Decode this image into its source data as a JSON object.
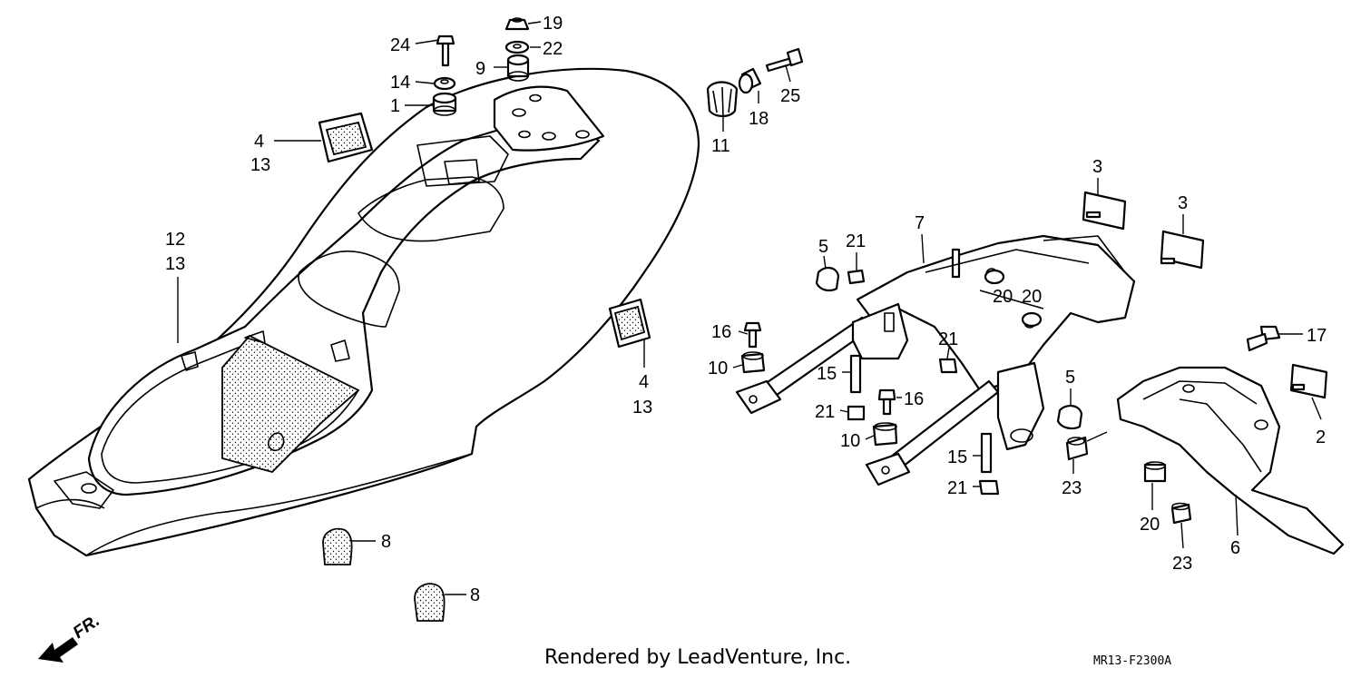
{
  "callouts": [
    {
      "id": "c24",
      "text": "24"
    },
    {
      "id": "c19",
      "text": "19"
    },
    {
      "id": "c22",
      "text": "22"
    },
    {
      "id": "c9",
      "text": "9"
    },
    {
      "id": "c14",
      "text": "14"
    },
    {
      "id": "c1",
      "text": "1"
    },
    {
      "id": "c4a",
      "text": "4"
    },
    {
      "id": "c13a",
      "text": "13"
    },
    {
      "id": "c12",
      "text": "12"
    },
    {
      "id": "c13b",
      "text": "13"
    },
    {
      "id": "c8a",
      "text": "8"
    },
    {
      "id": "c8b",
      "text": "8"
    },
    {
      "id": "c11",
      "text": "11"
    },
    {
      "id": "c18",
      "text": "18"
    },
    {
      "id": "c25",
      "text": "25"
    },
    {
      "id": "c4b",
      "text": "4"
    },
    {
      "id": "c13c",
      "text": "13"
    },
    {
      "id": "c16a",
      "text": "16"
    },
    {
      "id": "c10a",
      "text": "10"
    },
    {
      "id": "c5a",
      "text": "5"
    },
    {
      "id": "c21a",
      "text": "21"
    },
    {
      "id": "c7",
      "text": "7"
    },
    {
      "id": "c20a",
      "text": "20"
    },
    {
      "id": "c20b",
      "text": "20"
    },
    {
      "id": "c21b",
      "text": "21"
    },
    {
      "id": "c15a",
      "text": "15"
    },
    {
      "id": "c16b",
      "text": "16"
    },
    {
      "id": "c21c",
      "text": "21"
    },
    {
      "id": "c10b",
      "text": "10"
    },
    {
      "id": "c15b",
      "text": "15"
    },
    {
      "id": "c21d",
      "text": "21"
    },
    {
      "id": "c3a",
      "text": "3"
    },
    {
      "id": "c3b",
      "text": "3"
    },
    {
      "id": "c17",
      "text": "17"
    },
    {
      "id": "c5b",
      "text": "5"
    },
    {
      "id": "c2",
      "text": "2"
    },
    {
      "id": "c23a",
      "text": "23"
    },
    {
      "id": "c20c",
      "text": "20"
    },
    {
      "id": "c23b",
      "text": "23"
    },
    {
      "id": "c6",
      "text": "6"
    }
  ],
  "footer": {
    "credit": "Rendered by LeadVenture, Inc.",
    "diagram_code": "MR13-F2300A",
    "direction_label": "FR."
  }
}
